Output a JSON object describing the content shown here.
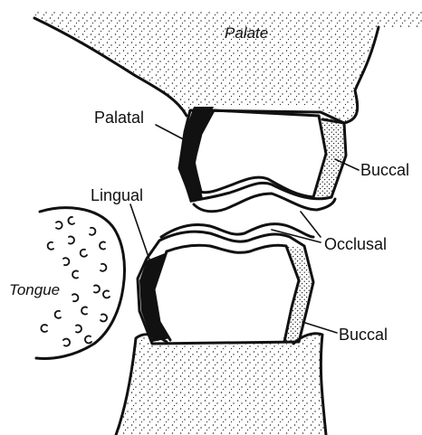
{
  "labels": {
    "palate": "Palate",
    "palatal": "Palatal",
    "buccal_upper": "Buccal",
    "lingual": "Lingual",
    "occlusal": "Occlusal",
    "tongue": "Tongue",
    "buccal_lower": "Buccal"
  },
  "colors": {
    "ink": "#111111",
    "background": "#ffffff"
  }
}
